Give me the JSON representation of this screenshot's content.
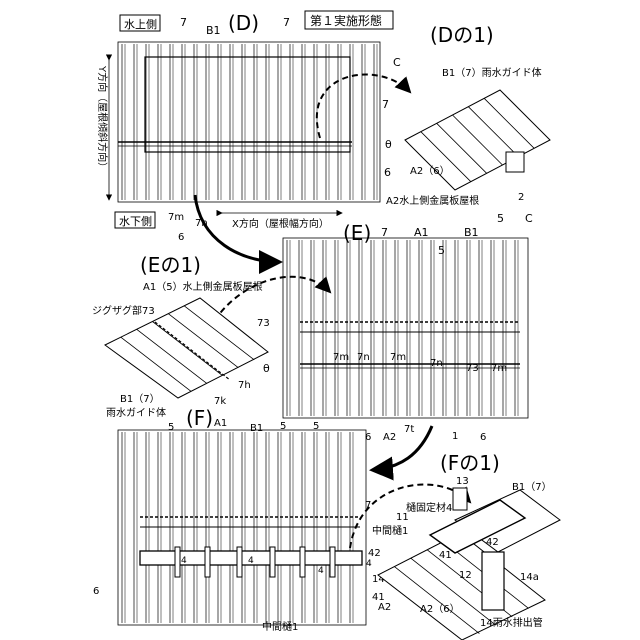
{
  "header": {
    "embodiment_title": "第１実施形態",
    "upstream_side": "水上側",
    "downstream_side": "水下側"
  },
  "panel_d": {
    "label": "(D)",
    "refs": {
      "r7a": "7",
      "b1": "B1",
      "r7b": "7",
      "c": "C",
      "r7c": "7",
      "theta": "θ",
      "r6": "6",
      "a2": "A2水上側金属板屋根",
      "r7m": "7m",
      "r7n": "7n",
      "r6b": "6"
    },
    "y_axis": "Y方向（屋根傾斜方向）",
    "x_axis": "X方向（屋根幅方向）"
  },
  "panel_d1": {
    "label": "(Dの1)",
    "b1_label": "B1（7）雨水ガイド体",
    "a2_label": "A2（6）",
    "r2": "2"
  },
  "panel_e": {
    "label": "(E)",
    "refs": {
      "r7": "7",
      "a1": "A1",
      "r5a": "5",
      "b1": "B1",
      "r5b": "5",
      "c": "C",
      "r73a": "73",
      "r7m1": "7m",
      "r7n1": "7n",
      "r7m2": "7m",
      "r7n2": "7n",
      "r73b": "73",
      "r7m3": "7m",
      "theta": "θ",
      "r7t": "7t",
      "r6a": "6",
      "a2": "A2",
      "r1": "1",
      "r6b": "6"
    }
  },
  "panel_e1": {
    "label": "(Eの1)",
    "a1_label": "A1（5）水上側金属板屋根",
    "zigzag_label": "ジグザグ部73",
    "r7h": "7h",
    "r7k": "7k",
    "b1_label": "B1（7）",
    "b1_sub": "雨水ガイド体"
  },
  "panel_f": {
    "label": "(F)",
    "refs": {
      "r5a": "5",
      "a1": "A1",
      "b1": "B1",
      "r5b": "5",
      "r5c": "5",
      "r7": "7",
      "r42": "42",
      "r4a": "4",
      "r4b": "4",
      "r4c": "4",
      "r4d": "4",
      "r14a": "14a",
      "r41": "41",
      "a2": "A2",
      "r6": "6"
    },
    "mid_gutter": "中間樋1"
  },
  "panel_f1": {
    "label": "(Fの1)",
    "r13": "13",
    "b1_label": "B1（7）",
    "fixing": "樋固定材4",
    "r11": "11",
    "mid_gutter": "中間樋1",
    "r41": "41",
    "r42": "42",
    "r12": "12",
    "r14a": "14a",
    "a2_label": "A2（6）",
    "drain": "14雨水排出管"
  }
}
